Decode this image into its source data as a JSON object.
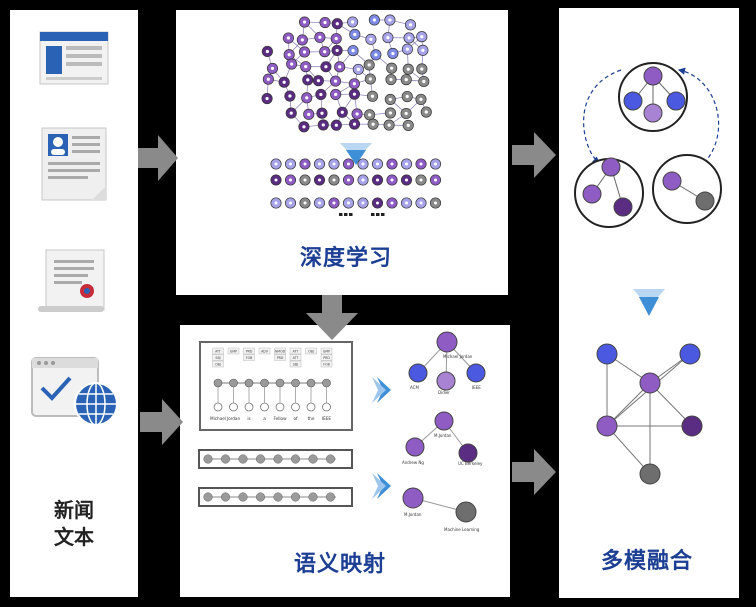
{
  "left_panel": {
    "title_line1": "新闻",
    "title_line2": "文本"
  },
  "deep_learning": {
    "title": "深度学习"
  },
  "semantic_mapping": {
    "title": "语义映射",
    "tokens": [
      "Michael",
      "Jordan",
      "is",
      "a",
      "Fellow",
      "of",
      "the",
      "IEEE"
    ],
    "tag_grid": [
      "ATT",
      "SBJ",
      "OBJ",
      "GMP",
      "PRD",
      "FOB",
      "ADV",
      "NMOD",
      "PRD",
      "ATT"
    ],
    "graph1_labels": [
      "Michael Jordan",
      "ACM",
      "Didier",
      "IEEE"
    ],
    "graph2_labels": [
      "M.Jordan",
      "Andrew Ng",
      "UC Berkeley"
    ],
    "graph3_labels": [
      "M.Jordan",
      "Machine Learning"
    ]
  },
  "multimodal_fusion": {
    "title": "多模融合"
  },
  "colors": {
    "purple_dark": "#5b2d82",
    "purple": "#8f5cc4",
    "blue": "#4b58e0",
    "gray": "#6e6e6e",
    "title_blue": "#1c3f94",
    "arrow_gray": "#888888"
  }
}
